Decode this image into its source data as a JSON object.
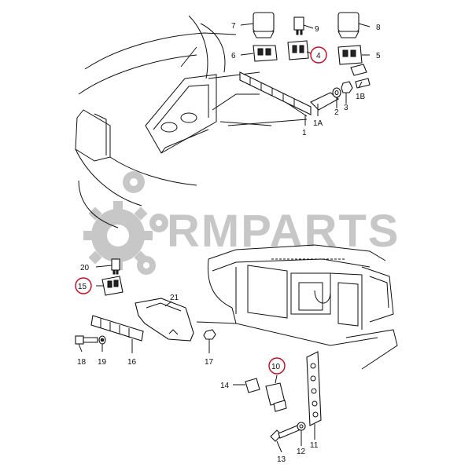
{
  "watermark": {
    "text": "RMPARTS",
    "color": "#9a9a9a"
  },
  "highlight_color": "#d0021b",
  "callouts": {
    "c1": "1",
    "c1A": "1A",
    "c1B": "1B",
    "c2": "2",
    "c3": "3",
    "c4": "4",
    "c5": "5",
    "c6": "6",
    "c7": "7",
    "c8": "8",
    "c9": "9",
    "c10": "10",
    "c11": "11",
    "c12": "12",
    "c13": "13",
    "c14": "14",
    "c15": "15",
    "c16": "16",
    "c17": "17",
    "c18": "18",
    "c19": "19",
    "c20": "20",
    "c21": "21"
  }
}
